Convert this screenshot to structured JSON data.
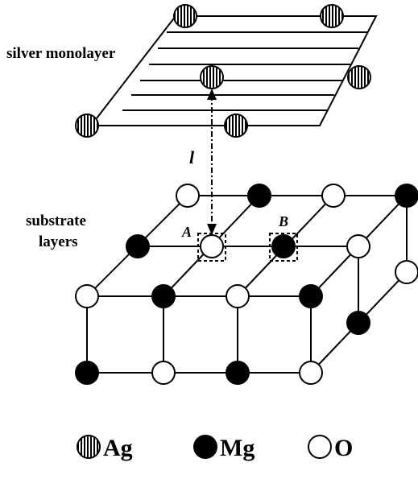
{
  "labels": {
    "silver_monolayer": "silver monolayer",
    "substrate_line1": "substrate",
    "substrate_line2": "layers",
    "distance": "l",
    "site_a": "A",
    "site_b": "B"
  },
  "legend": {
    "ag": "Ag",
    "mg": "Mg",
    "o": "O"
  },
  "colors": {
    "line": "#000000",
    "mg_fill": "#000000",
    "o_fill": "#ffffff"
  }
}
